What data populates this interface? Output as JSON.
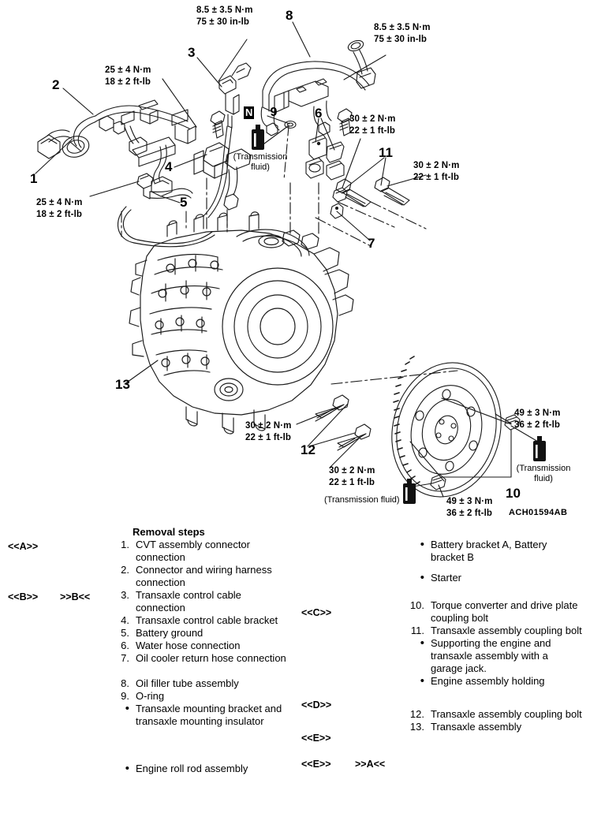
{
  "diagram": {
    "code": "ACH01594AB",
    "torque_callouts": [
      {
        "id": "tq-oil-filler-upper",
        "nm": "8.5 ± 3.5 N·m",
        "imp": "75 ± 30 in-lb"
      },
      {
        "id": "tq-oil-filler-right",
        "nm": "8.5 ± 3.5 N·m",
        "imp": "75 ± 30 in-lb"
      },
      {
        "id": "tq-harness-upper",
        "nm": "25 ± 4 N·m",
        "imp": "18 ± 2 ft-lb"
      },
      {
        "id": "tq-harness-lower",
        "nm": "25 ± 4 N·m",
        "imp": "18 ± 2 ft-lb"
      },
      {
        "id": "tq-coupling-bolt-a",
        "nm": "30 ± 2 N·m",
        "imp": "22 ± 1 ft-lb"
      },
      {
        "id": "tq-coupling-bolt-b",
        "nm": "30 ± 2 N·m",
        "imp": "22 ± 1 ft-lb"
      },
      {
        "id": "tq-coupling-bolt-c",
        "nm": "30 ± 2 N·m",
        "imp": "22 ± 1 ft-lb"
      },
      {
        "id": "tq-coupling-bolt-d",
        "nm": "30 ± 2 N·m",
        "imp": "22 ± 1 ft-lb"
      },
      {
        "id": "tq-converter-bolt-a",
        "nm": "49 ± 3 N·m",
        "imp": "36 ± 2 ft-lb"
      },
      {
        "id": "tq-converter-bolt-b",
        "nm": "49 ± 3 N·m",
        "imp": "36 ± 2 ft-lb"
      }
    ],
    "fluid_notes": {
      "oring": "(Transmission\nfluid)",
      "oring_line1": "(Transmission",
      "oring_line2": "fluid)",
      "converter_line1": "(Transmission",
      "converter_line2": "fluid)",
      "coupling_inline": "(Transmission fluid)"
    },
    "n_badge": {
      "letter": "N",
      "number": "9"
    },
    "index_numbers": [
      "1",
      "2",
      "3",
      "4",
      "5",
      "6",
      "7",
      "8",
      "9",
      "10",
      "11",
      "12",
      "13"
    ]
  },
  "steps": {
    "title": "Removal steps",
    "left": [
      {
        "mark_a": "<<A>>",
        "mark_b": "",
        "num": "1.",
        "text": "CVT assembly connector connection"
      },
      {
        "mark_a": "",
        "mark_b": "",
        "num": "2.",
        "text": "Connector and wiring harness connection"
      },
      {
        "mark_a": "<<B>>",
        "mark_b": ">>B<<",
        "num": "3.",
        "text": "Transaxle control cable connection"
      },
      {
        "mark_a": "",
        "mark_b": "",
        "num": "4.",
        "text": "Transaxle control cable bracket"
      },
      {
        "mark_a": "",
        "mark_b": "",
        "num": "5.",
        "text": "Battery ground"
      },
      {
        "mark_a": "",
        "mark_b": "",
        "num": "6.",
        "text": "Water hose connection"
      },
      {
        "mark_a": "",
        "mark_b": "",
        "num": "7.",
        "text": "Oil cooler return hose connection"
      },
      {
        "mark_a": "",
        "mark_b": "",
        "num": "",
        "text": ""
      },
      {
        "mark_a": "",
        "mark_b": "",
        "num": "8.",
        "text": "Oil filler tube assembly"
      },
      {
        "mark_a": "",
        "mark_b": "",
        "num": "9.",
        "text": "O-ring"
      },
      {
        "mark_a": "",
        "mark_b": "",
        "num": "•",
        "text": "Transaxle mounting bracket and transaxle mounting insulator"
      },
      {
        "mark_a": "",
        "mark_b": "",
        "num": "",
        "text": ""
      },
      {
        "mark_a": "",
        "mark_b": "",
        "num": "•",
        "text": "Engine roll rod assembly"
      }
    ],
    "right": [
      {
        "mark_a": "",
        "mark_b": "",
        "num": "•",
        "text": "Battery bracket A, Battery bracket B"
      },
      {
        "mark_a": "",
        "mark_b": "",
        "num": "•",
        "text": "Starter"
      },
      {
        "mark_a": "<<C>>",
        "mark_b": "",
        "num": "10.",
        "text": "Torque converter and drive plate coupling bolt"
      },
      {
        "mark_a": "",
        "mark_b": "",
        "num": "11.",
        "text": "Transaxle assembly coupling bolt"
      },
      {
        "mark_a": "",
        "mark_b": "",
        "num": "•",
        "text": "Supporting the engine and transaxle assembly with a garage jack."
      },
      {
        "mark_a": "<<D>>",
        "mark_b": "",
        "num": "•",
        "text": "Engine assembly holding"
      },
      {
        "mark_a": "<<E>>",
        "mark_b": "",
        "num": "12.",
        "text": "Transaxle assembly coupling bolt"
      },
      {
        "mark_a": "<<E>>",
        "mark_b": ">>A<<",
        "num": "13.",
        "text": "Transaxle assembly"
      }
    ]
  }
}
